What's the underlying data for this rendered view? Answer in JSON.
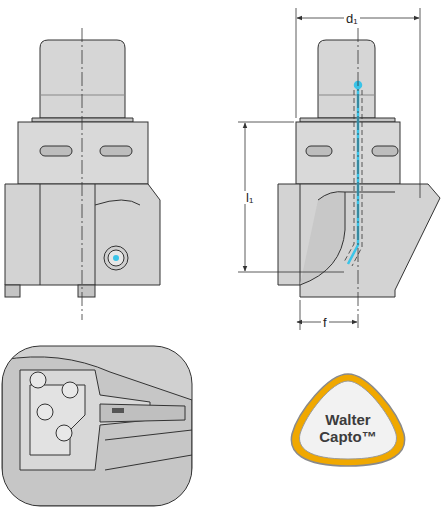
{
  "diagram": {
    "nodes": [
      {
        "text": [
          "Walter Capto™"
        ]
      }
    ],
    "labels": [
      "d₁",
      "l₁",
      "f"
    ]
  }
}
